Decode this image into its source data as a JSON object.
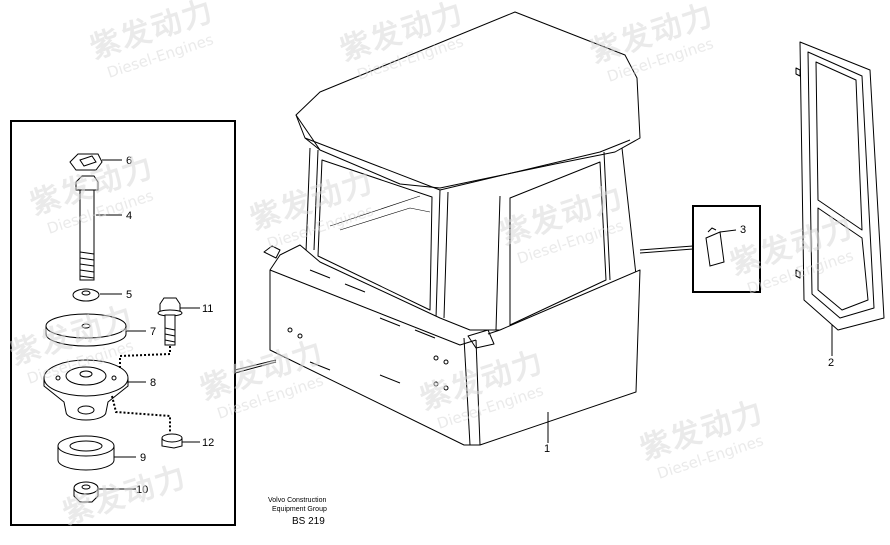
{
  "callouts": {
    "c1": "1",
    "c2": "2",
    "c3": "3",
    "c4": "4",
    "c5": "5",
    "c6": "6",
    "c7": "7",
    "c8": "8",
    "c9": "9",
    "c10": "10",
    "c11": "11",
    "c12": "12"
  },
  "footer": {
    "line1": "Volvo Construction",
    "line2": "Equipment Group",
    "code": "BS 219"
  },
  "watermark": {
    "cn": "紫发动力",
    "en": "Diesel-Engines"
  },
  "colors": {
    "line": "#000000",
    "watermark": "#d9d9d9"
  }
}
